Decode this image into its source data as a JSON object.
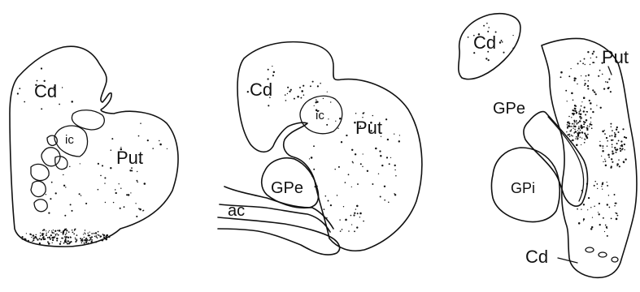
{
  "panel_left": {
    "label_cd": "Cd",
    "label_ic": "ic",
    "label_put": "Put"
  },
  "panel_middle": {
    "label_cd": "Cd",
    "label_ic": "ic",
    "label_put": "Put",
    "label_gpe": "GPe",
    "label_ac": "ac"
  },
  "panel_right": {
    "label_cd_top": "Cd",
    "label_put": "Put",
    "label_gpe": "GPe",
    "label_gpi": "GPi",
    "label_cd_bottom": "Cd"
  },
  "colors": {
    "line": "#111111",
    "background": "#ffffff"
  }
}
